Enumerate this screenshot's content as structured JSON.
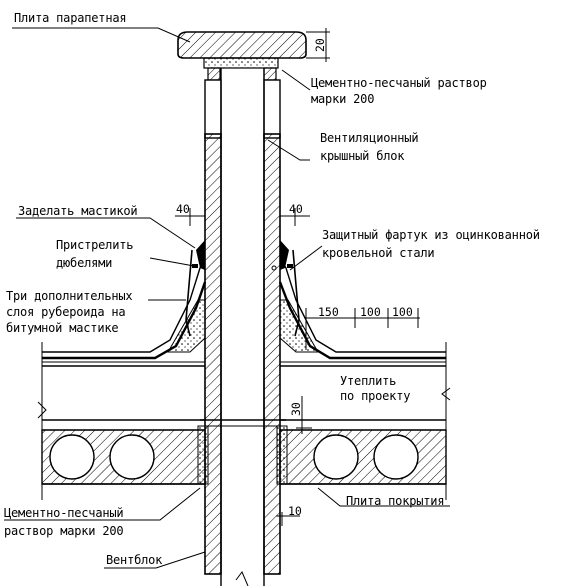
{
  "labels": {
    "parapet_slab": "Плита парапетная",
    "mortar_top_1": "Цементно-песчаный раствор",
    "mortar_top_2": "марки 200",
    "vent_block_1": "Вентиляционный",
    "vent_block_2": "крышный блок",
    "seal_mastic": "Заделать мастикой",
    "dowels_1": "Пристрелить",
    "dowels_2": "дюбелями",
    "apron_1": "Защитный фартук из оцинкованной",
    "apron_2": "кровельной стали",
    "layers_1": "Три дополнительных",
    "layers_2": "слоя рубероида на",
    "layers_3": "битумной мастике",
    "insulate_1": "Утеплить",
    "insulate_2": "по проекту",
    "roof_slab": "Плита покрытия",
    "mortar_bottom_1": "Цементно-песчаный",
    "mortar_bottom_2": "раствор марки 200",
    "vent_unit": "Вентблок"
  },
  "dimensions": {
    "slab_thickness": "20",
    "gap_left": "40",
    "gap_right": "40",
    "lap_1": "150",
    "lap_2": "100",
    "lap_3": "100",
    "joint_30": "30",
    "joint_10": "10"
  },
  "colors": {
    "ink": "#000000",
    "paper": "#ffffff"
  }
}
